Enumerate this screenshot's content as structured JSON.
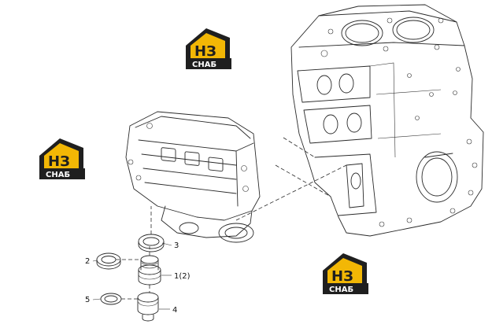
{
  "callouts": [
    {
      "id": "3",
      "label": "3"
    },
    {
      "id": "2",
      "label": "2"
    },
    {
      "id": "1",
      "label": "1(2)"
    },
    {
      "id": "5",
      "label": "5"
    },
    {
      "id": "4",
      "label": "4"
    }
  ],
  "watermark": {
    "letters": "НЗ",
    "caption": "СНАБ",
    "colors": {
      "accent": "#f2b705",
      "dark": "#1f1f1f"
    }
  }
}
